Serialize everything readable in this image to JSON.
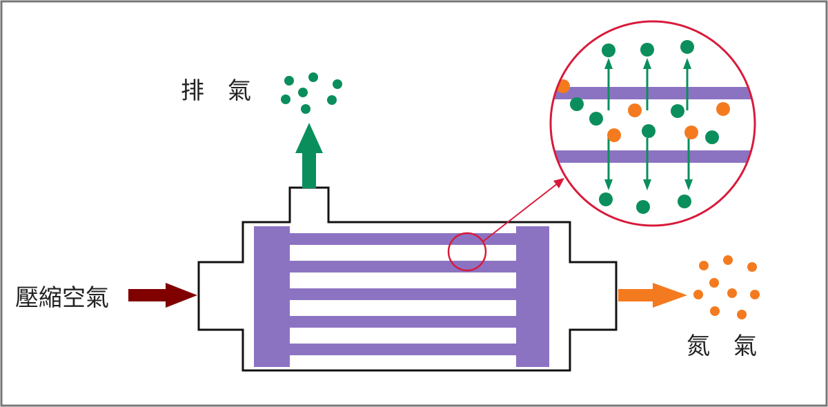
{
  "labels": {
    "compressed_air": "壓縮空氣",
    "exhaust": "排氣",
    "nitrogen": "氮氣"
  },
  "colors": {
    "membrane": "#8c73c2",
    "oxygen_particle": "#0a8f5c",
    "nitrogen_particle": "#f47a1f",
    "inlet_arrow": "#800000",
    "zoom_circle": "#d81a3a",
    "outline": "#111111",
    "frame": "#777777"
  },
  "icons": [
    "inlet-arrow-icon",
    "exhaust-arrow-icon",
    "nitrogen-arrow-icon",
    "magnify-arrow-icon"
  ]
}
